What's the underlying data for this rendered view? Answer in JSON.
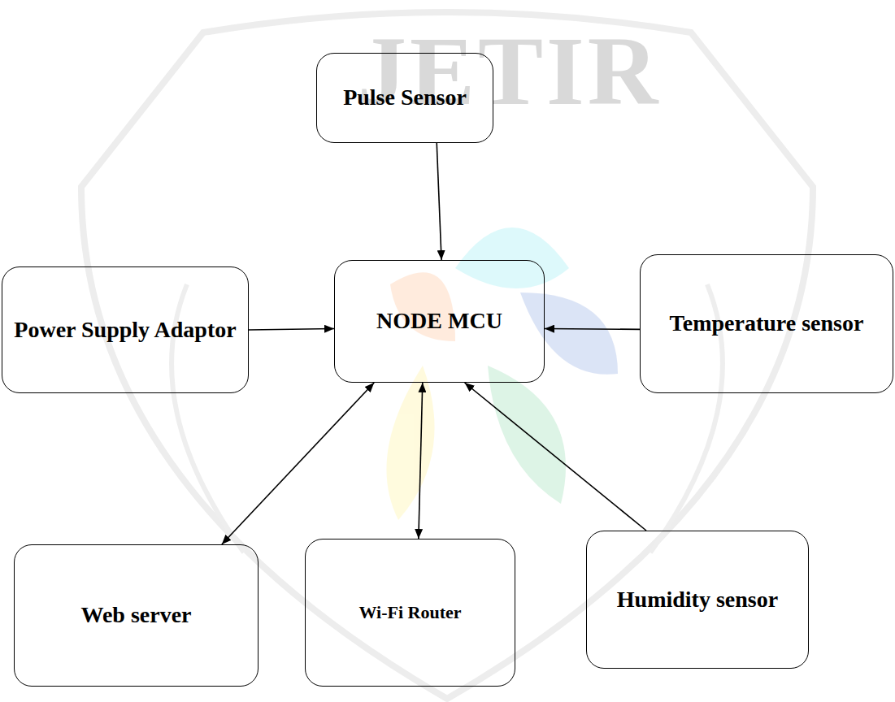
{
  "diagram": {
    "nodes": [
      {
        "text": [
          "Pulse Sensor"
        ]
      },
      {
        "text": [
          "Power Supply Adaptor"
        ]
      },
      {
        "text": [
          "NODE MCU"
        ]
      },
      {
        "text": [
          "Temperature sensor"
        ]
      },
      {
        "text": [
          "Web server"
        ]
      },
      {
        "text": [
          "Wi-Fi Router"
        ]
      },
      {
        "text": [
          "Humidity sensor"
        ]
      }
    ],
    "edges": [
      {
        "from": 0,
        "to": 2,
        "arrow": "to"
      },
      {
        "from": 1,
        "to": 2,
        "arrow": "to"
      },
      {
        "from": 3,
        "to": 2,
        "arrow": "to"
      },
      {
        "from": 2,
        "to": 4,
        "arrow": "both"
      },
      {
        "from": 2,
        "to": 5,
        "arrow": "both"
      },
      {
        "from": 6,
        "to": 2,
        "arrow": "to"
      }
    ],
    "labels": [
      "JETIR"
    ]
  }
}
